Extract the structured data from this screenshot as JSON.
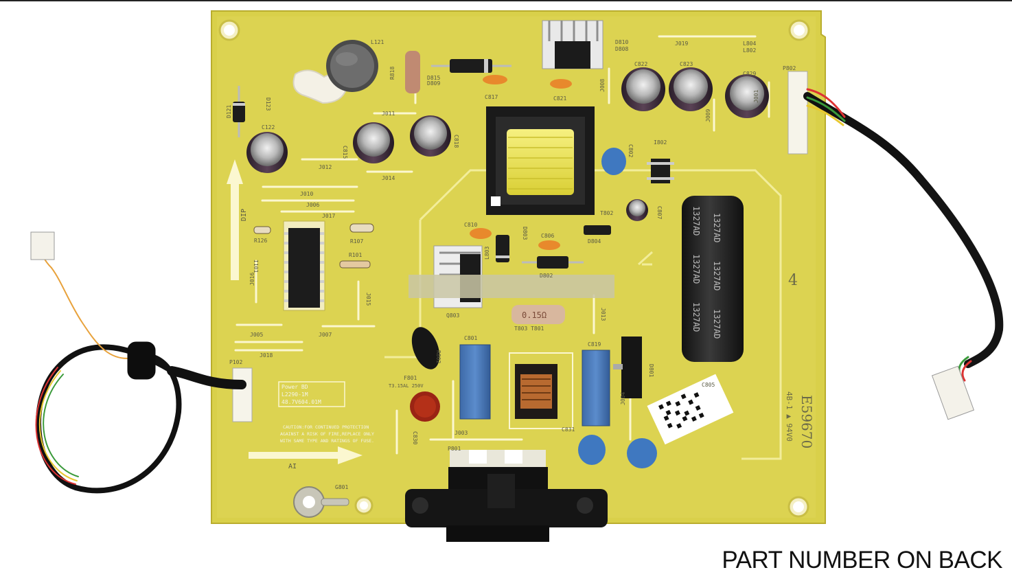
{
  "caption": "PART NUMBER ON BACK",
  "board": {
    "label_block": [
      "Power BD",
      "L2290-1M",
      "48.7V604.01M"
    ],
    "caution": [
      "CAUTION:FOR CONTINUED PROTECTION",
      "AGAINST A RISK OF FIRE,REPLACE ONLY",
      "WITH SAME TYPE AND RATINGS OF FUSE."
    ],
    "fuse_rating": "T3.15AL 250V",
    "ul_mark": "E59670",
    "flammability": "4B-1 ▲ 94V0",
    "section_number": "4",
    "arrow_dip": "DIP",
    "arrow_ai": "AI",
    "refs": {
      "L121": "L121",
      "R818": "R818",
      "D815": "D815",
      "D809": "D809",
      "D810": "D810",
      "D808": "D808",
      "J019": "J019",
      "L804": "L804",
      "L802": "L802",
      "P802": "P802",
      "C822": "C822",
      "C823": "C823",
      "C829": "C829",
      "C817": "C817",
      "C821": "C821",
      "J008": "J008",
      "J009": "J009",
      "J001": "J001",
      "D121": "D121",
      "D123": "D123",
      "C122": "C122",
      "J011": "J011",
      "C815": "C815",
      "C818": "C818",
      "J012": "J012",
      "J014": "J014",
      "C802": "C802",
      "I802": "I802",
      "J010": "J010",
      "J006": "J006",
      "J017": "J017",
      "T802": "T802",
      "C807": "C807",
      "C810": "C810",
      "L803": "L803",
      "D803": "D803",
      "C806": "C806",
      "D804": "D804",
      "R126": "R126",
      "R107": "R107",
      "R101": "R101",
      "D802": "D802",
      "I101": "I101",
      "J016": "J016",
      "J015": "J015",
      "Q803": "Q803",
      "J013": "J013",
      "J005": "J005",
      "J007": "J007",
      "T803": "T803 T801",
      "C801": "C801",
      "C819": "C819",
      "J018": "J018",
      "R802": "R802",
      "D801": "D801",
      "P102": "P102",
      "F801": "F801",
      "C805": "C805",
      "J004": "J004",
      "C830": "C830",
      "J003": "J003",
      "C831": "C831",
      "P801": "P801",
      "G801": "G801"
    },
    "cap_print": "1327AD",
    "resistor_print": "0.15Ω"
  }
}
